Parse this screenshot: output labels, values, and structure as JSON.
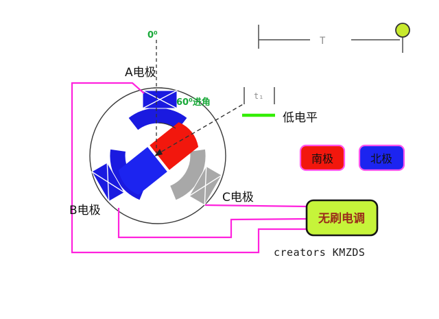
{
  "motor": {
    "zero_angle_label": "0⁰",
    "advance_angle_label": "60⁰进角",
    "electrode_a_label": "A电极",
    "electrode_b_label": "B电极",
    "electrode_c_label": "C电极"
  },
  "timing": {
    "period_label": "T",
    "t1_label": "t₁",
    "low_level_label": "低电平"
  },
  "legend": {
    "south_pole_label": "南极",
    "north_pole_label": "北极"
  },
  "esc": {
    "label": "无刷电调"
  },
  "credit": "creators KMZDS",
  "colors": {
    "south_red": "#f2170d",
    "north_blue": "#1c24f0",
    "stator_blue": "#1a1ae0",
    "stator_gray": "#a8a8a8",
    "wire_magenta": "#ff22dd",
    "legend_border": "#ff55ee",
    "green_label": "#18a838",
    "low_level_green": "#33ee00",
    "esc_fill": "#c6f43a",
    "esc_text": "#9a2c1a",
    "marker_fill": "#c8ea2e"
  }
}
